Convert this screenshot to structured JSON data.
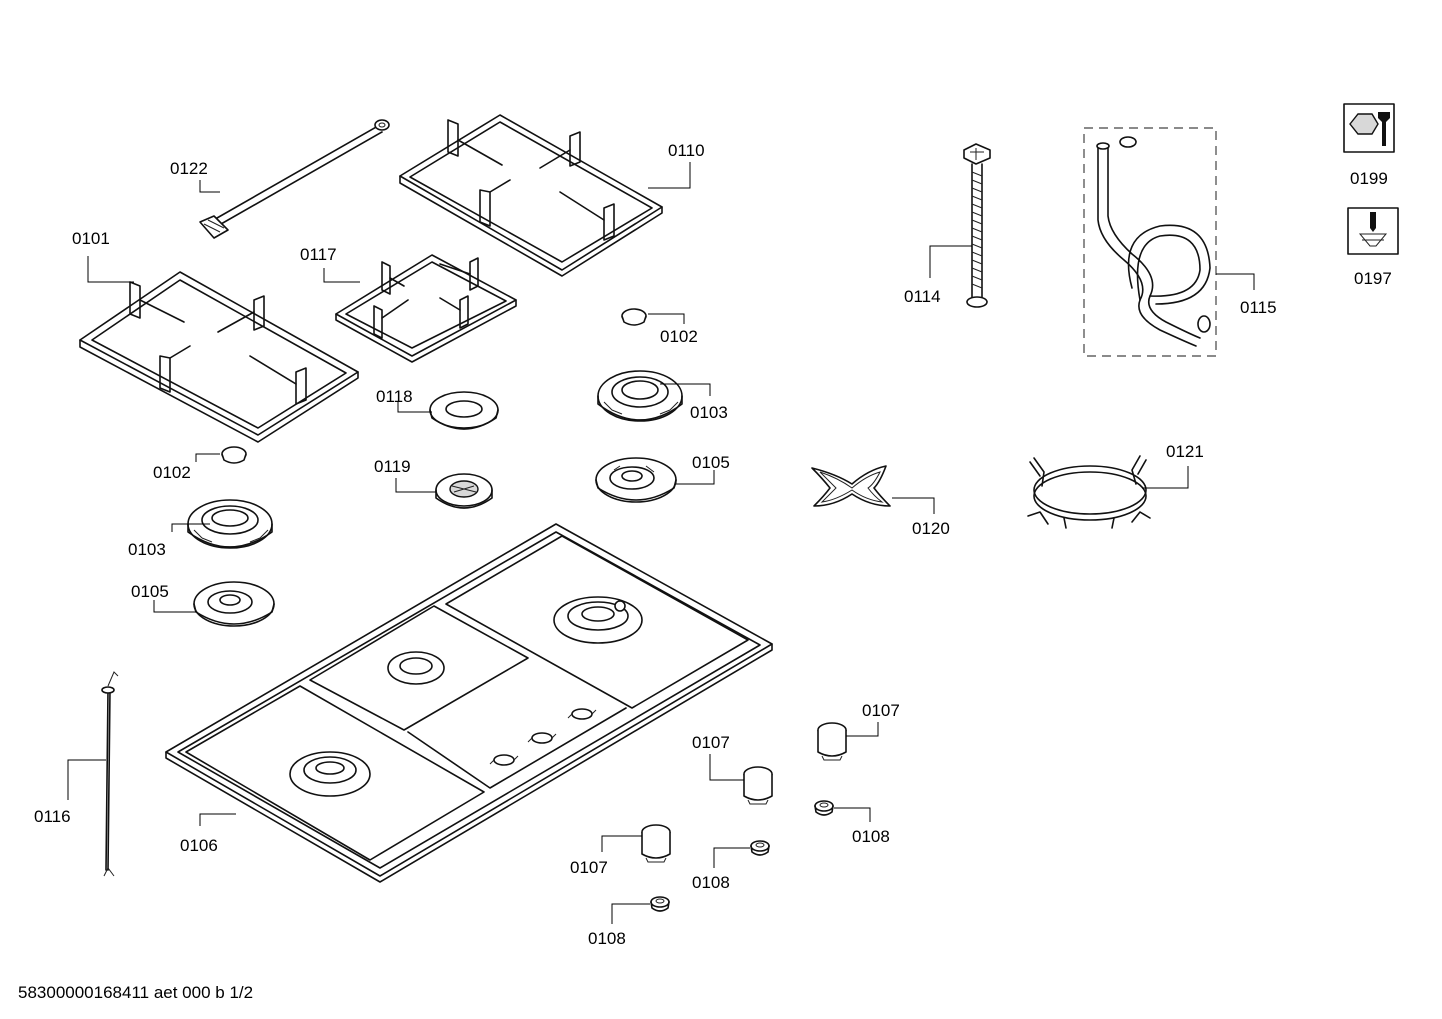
{
  "diagram": {
    "document_code": "58300000168411 aet 000 b 1/2",
    "labels": {
      "l0101": "0101",
      "l0122": "0122",
      "l0110": "0110",
      "l0117": "0117",
      "l0102a": "0102",
      "l0102b": "0102",
      "l0103a": "0103",
      "l0103b": "0103",
      "l0118": "0118",
      "l0119": "0119",
      "l0105a": "0105",
      "l0105b": "0105",
      "l0114": "0114",
      "l0115": "0115",
      "l0120": "0120",
      "l0121": "0121",
      "l0199": "0199",
      "l0197": "0197",
      "l0116": "0116",
      "l0106": "0106",
      "l0107a": "0107",
      "l0107b": "0107",
      "l0107c": "0107",
      "l0108a": "0108",
      "l0108b": "0108",
      "l0108c": "0108"
    },
    "icons": {
      "tool_icon": "wrench-icon",
      "screwdriver_icon": "screwdriver-icon"
    }
  }
}
